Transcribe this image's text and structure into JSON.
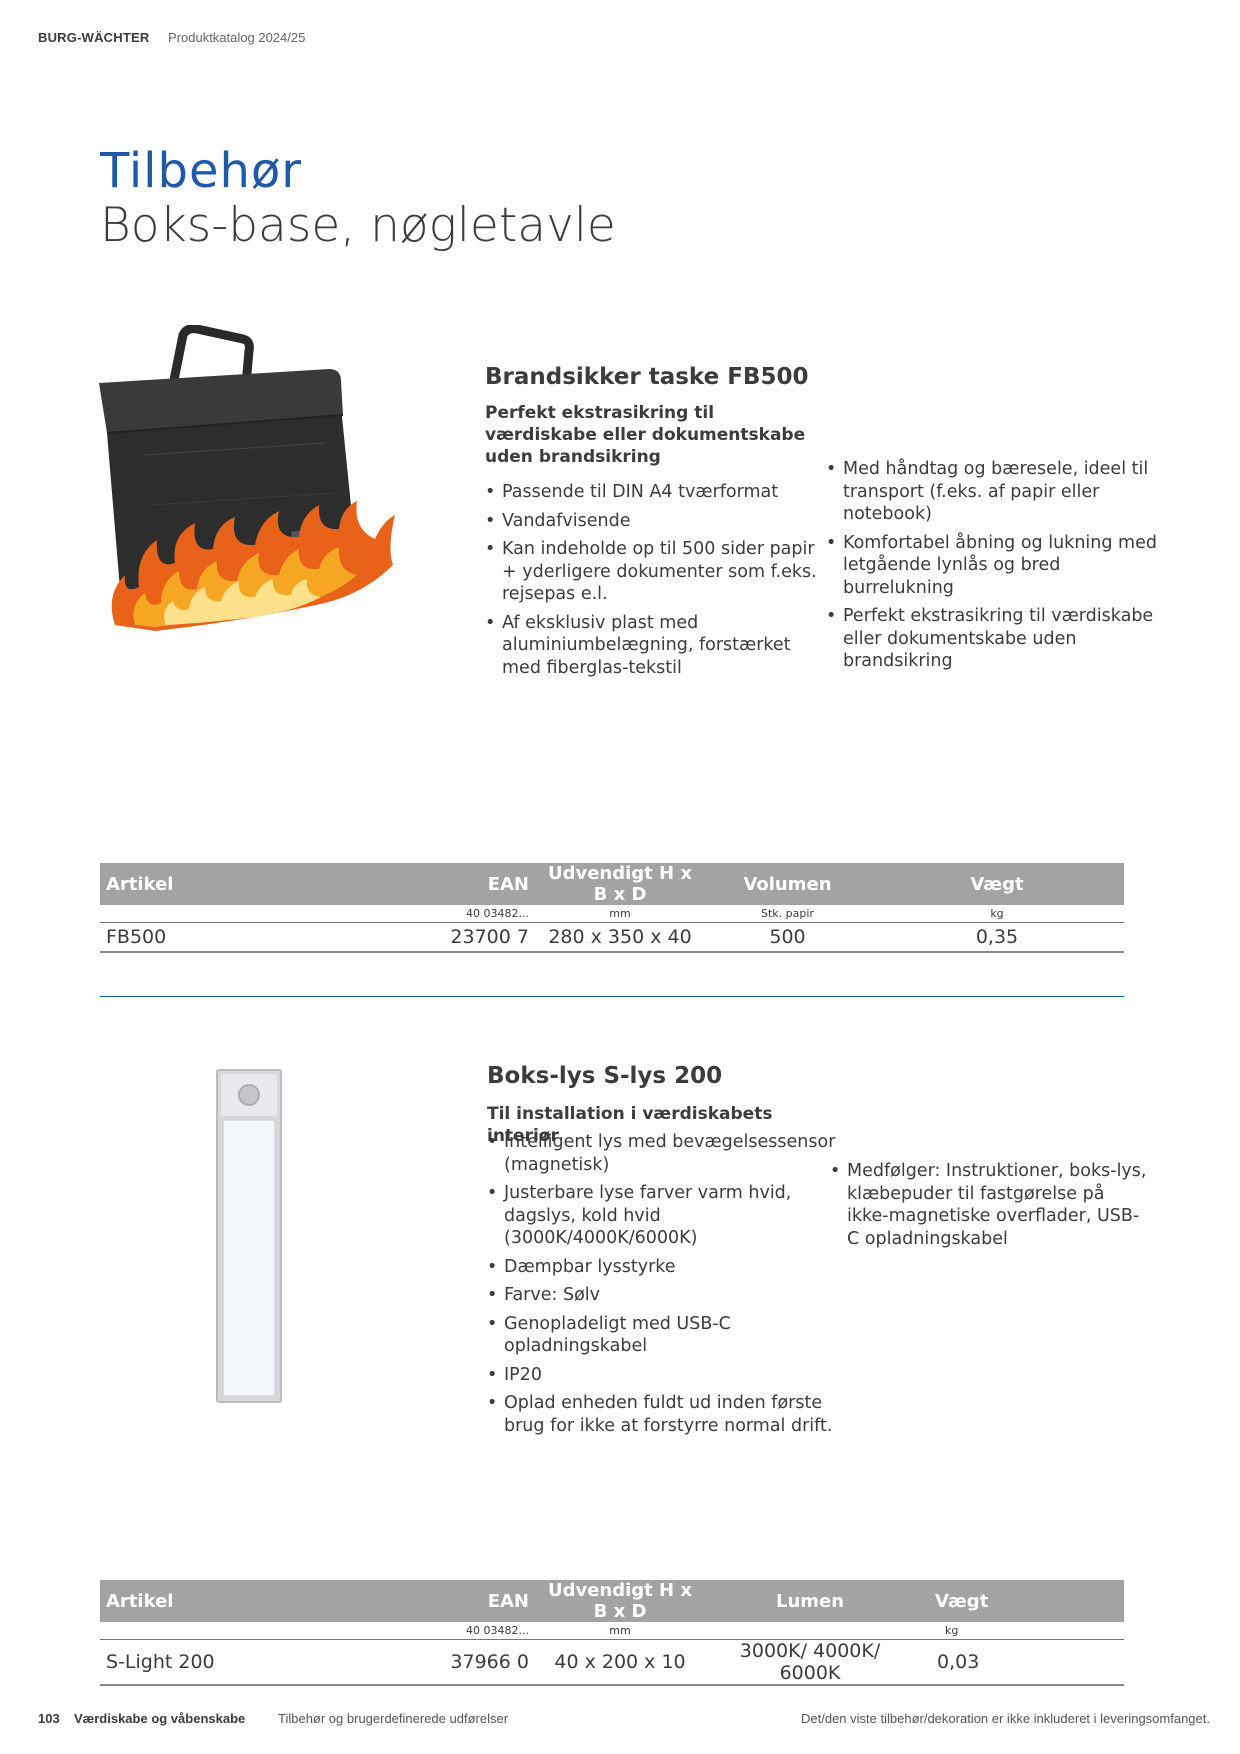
{
  "header": {
    "brand": "BURG-WÄCHTER",
    "catalog": "Produktkatalog 2024/25"
  },
  "section": {
    "title": "Tilbehør",
    "subtitle": "Boks-base, nøgletavle"
  },
  "product1": {
    "title": "Brandsikker taske FB500",
    "tagline": "Perfekt ekstrasikring til værdiskabe eller dokumentskabe uden brandsikring",
    "bullets_left": [
      "Passende til DIN A4 tværformat",
      "Vandafvisende",
      "Kan indeholde op til 500 sider papir + yderligere dokumenter som f.eks. rejsepas e.l.",
      "Af eksklusiv plast med aluminiumbelægning, forstærket med fiberglas-tekstil"
    ],
    "bullets_right": [
      "Med håndtag og bæresele, ideel til transport (f.eks. af papir eller notebook)",
      "Komfortabel åbning og lukning med letgående lynlås og bred burrelukning",
      "Perfekt ekstrasikring til værdiskabe eller dokumentskabe uden brandsikring"
    ],
    "table": {
      "headers": [
        "Artikel",
        "EAN",
        "Udvendigt H x B x D",
        "Volumen",
        "Vægt"
      ],
      "units": [
        "",
        "40 03482...",
        "mm",
        "Stk. papir",
        "kg"
      ],
      "row": [
        "FB500",
        "23700 7",
        "280 x 350 x 40",
        "500",
        "0,35"
      ]
    }
  },
  "product2": {
    "title": "Boks-lys S-lys 200",
    "tagline": "Til installation i værdiskabets interiør",
    "bullets_left": [
      "Intelligent lys med bevægelsessensor (magnetisk)",
      "Justerbare lyse farver varm hvid, dagslys, kold hvid (3000K/4000K/6000K)",
      "Dæmpbar lysstyrke",
      "Farve: Sølv",
      "Genopladeligt med USB-C opladningskabel",
      "IP20",
      "Oplad enheden fuldt ud inden første brug for ikke at forstyrre normal drift."
    ],
    "bullets_right": [
      "Medfølger: Instruktioner, boks-lys, klæbepuder til fastgørelse på ikke-magnetiske overflader, USB-C opladningskabel"
    ],
    "table": {
      "headers": [
        "Artikel",
        "EAN",
        "Udvendigt H x B x D",
        "Lumen",
        "Vægt"
      ],
      "units": [
        "",
        "40 03482...",
        "mm",
        "",
        "kg"
      ],
      "row": [
        "S-Light 200",
        "37966 0",
        "40 x 200 x 10",
        "3000K/ 4000K/ 6000K",
        "0,03"
      ]
    }
  },
  "footer": {
    "page": "103",
    "section": "Værdiskabe og våbenskabe",
    "subsection": "Tilbehør og brugerdefinerede udførelser",
    "note": "Det/den viste tilbehør/dekoration er ikke inkluderet i leveringsomfanget."
  }
}
